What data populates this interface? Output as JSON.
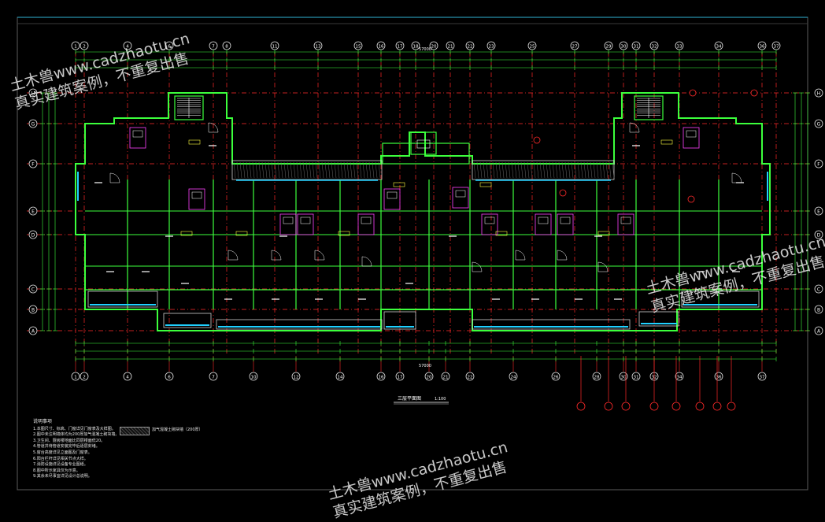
{
  "drawing": {
    "title": "三层平面图",
    "scale": "1:100",
    "total_dimension": "57000",
    "axis_labels_top": [
      "1",
      "2",
      "4",
      "6",
      "7",
      "8",
      "11",
      "13",
      "15",
      "16",
      "17",
      "18",
      "20",
      "21",
      "22",
      "23",
      "25",
      "27",
      "29",
      "30",
      "31",
      "32",
      "33",
      "34",
      "36",
      "37"
    ],
    "axis_labels_bottom": [
      "1",
      "2",
      "4",
      "6",
      "7",
      "10",
      "12",
      "14",
      "16",
      "17",
      "20",
      "21",
      "22",
      "24",
      "26",
      "28",
      "30",
      "31",
      "32",
      "34",
      "36",
      "37"
    ],
    "axis_labels_left": [
      "H",
      "G",
      "F",
      "E",
      "D",
      "C",
      "B",
      "A"
    ]
  },
  "watermark": {
    "line1": "土木兽www.cadzhaotu.cn",
    "line2": "真实建筑案例，不重复出售"
  },
  "notes": {
    "title": "说明事项",
    "lines": [
      "1.本图尺寸、标高、门窗详见门窗表及大样图。",
      "2.图中未注明墙体均为200厚加气混凝土砌块墙。",
      "3.卫生间、厨房楼地面比同层楼面低20。",
      "4.管道井待管道安装完毕后逐层封堵。",
      "5.窗台高度详见立面图及门窗表。",
      "6.阳台栏杆详见相关节点大样。",
      "7.消防设施详见设备专业图纸。",
      "8.图中所示家具仅为示意。",
      "9.其余未尽事宜详见设计总说明。"
    ],
    "legend": "加气混凝土砌块墙（200厚）"
  },
  "colors": {
    "background": "#000000",
    "wall": "#3cff3c",
    "axis": "#ff2a2a",
    "dimension": "#3cff3c",
    "text": "#ffffff",
    "glass": "#20d0ff",
    "furniture": "#ff40ff",
    "accent": "#ffff40"
  }
}
